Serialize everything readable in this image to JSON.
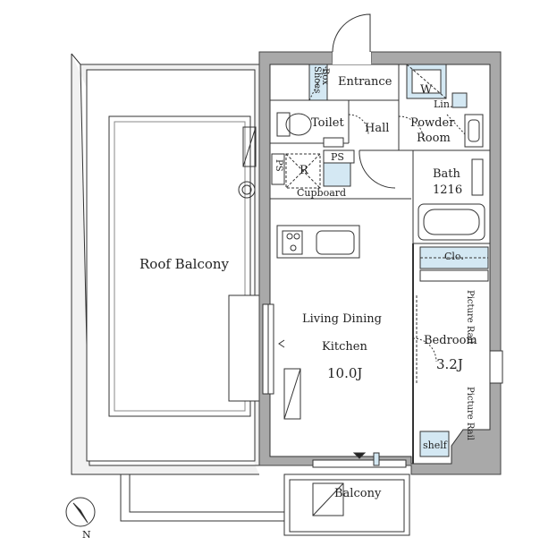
{
  "rooms": {
    "roof_balcony": "Roof Balcony",
    "entrance": "Entrance",
    "toilet": "Toilet",
    "hall": "Hall",
    "powder_room_line1": "Powder",
    "powder_room_line2": "Room",
    "bath_line1": "Bath",
    "bath_line2": "1216",
    "ldk_line1": "Living Dining",
    "ldk_line2": "Kitchen",
    "ldk_size": "10.0J",
    "bedroom": "Bedroom",
    "bedroom_size": "3.2J",
    "balcony": "Balcony"
  },
  "fixtures": {
    "shoes_box_1": "Shoes",
    "shoes_box_2": "Box",
    "washer": "W",
    "linen": "Lin.",
    "ps_right": "PS",
    "ps_left": "PS",
    "refrigerator": "R",
    "cupboard": "Cupboard",
    "closet": "Clo.",
    "picture_rail_top": "Picture Rail",
    "picture_rail_bottom": "Picture Rail",
    "shelf": "shelf"
  },
  "compass": {
    "north_label": "N"
  },
  "colors": {
    "wall": "#a9a9a9",
    "storage_fill": "#d4e8f3",
    "line": "#333333"
  }
}
